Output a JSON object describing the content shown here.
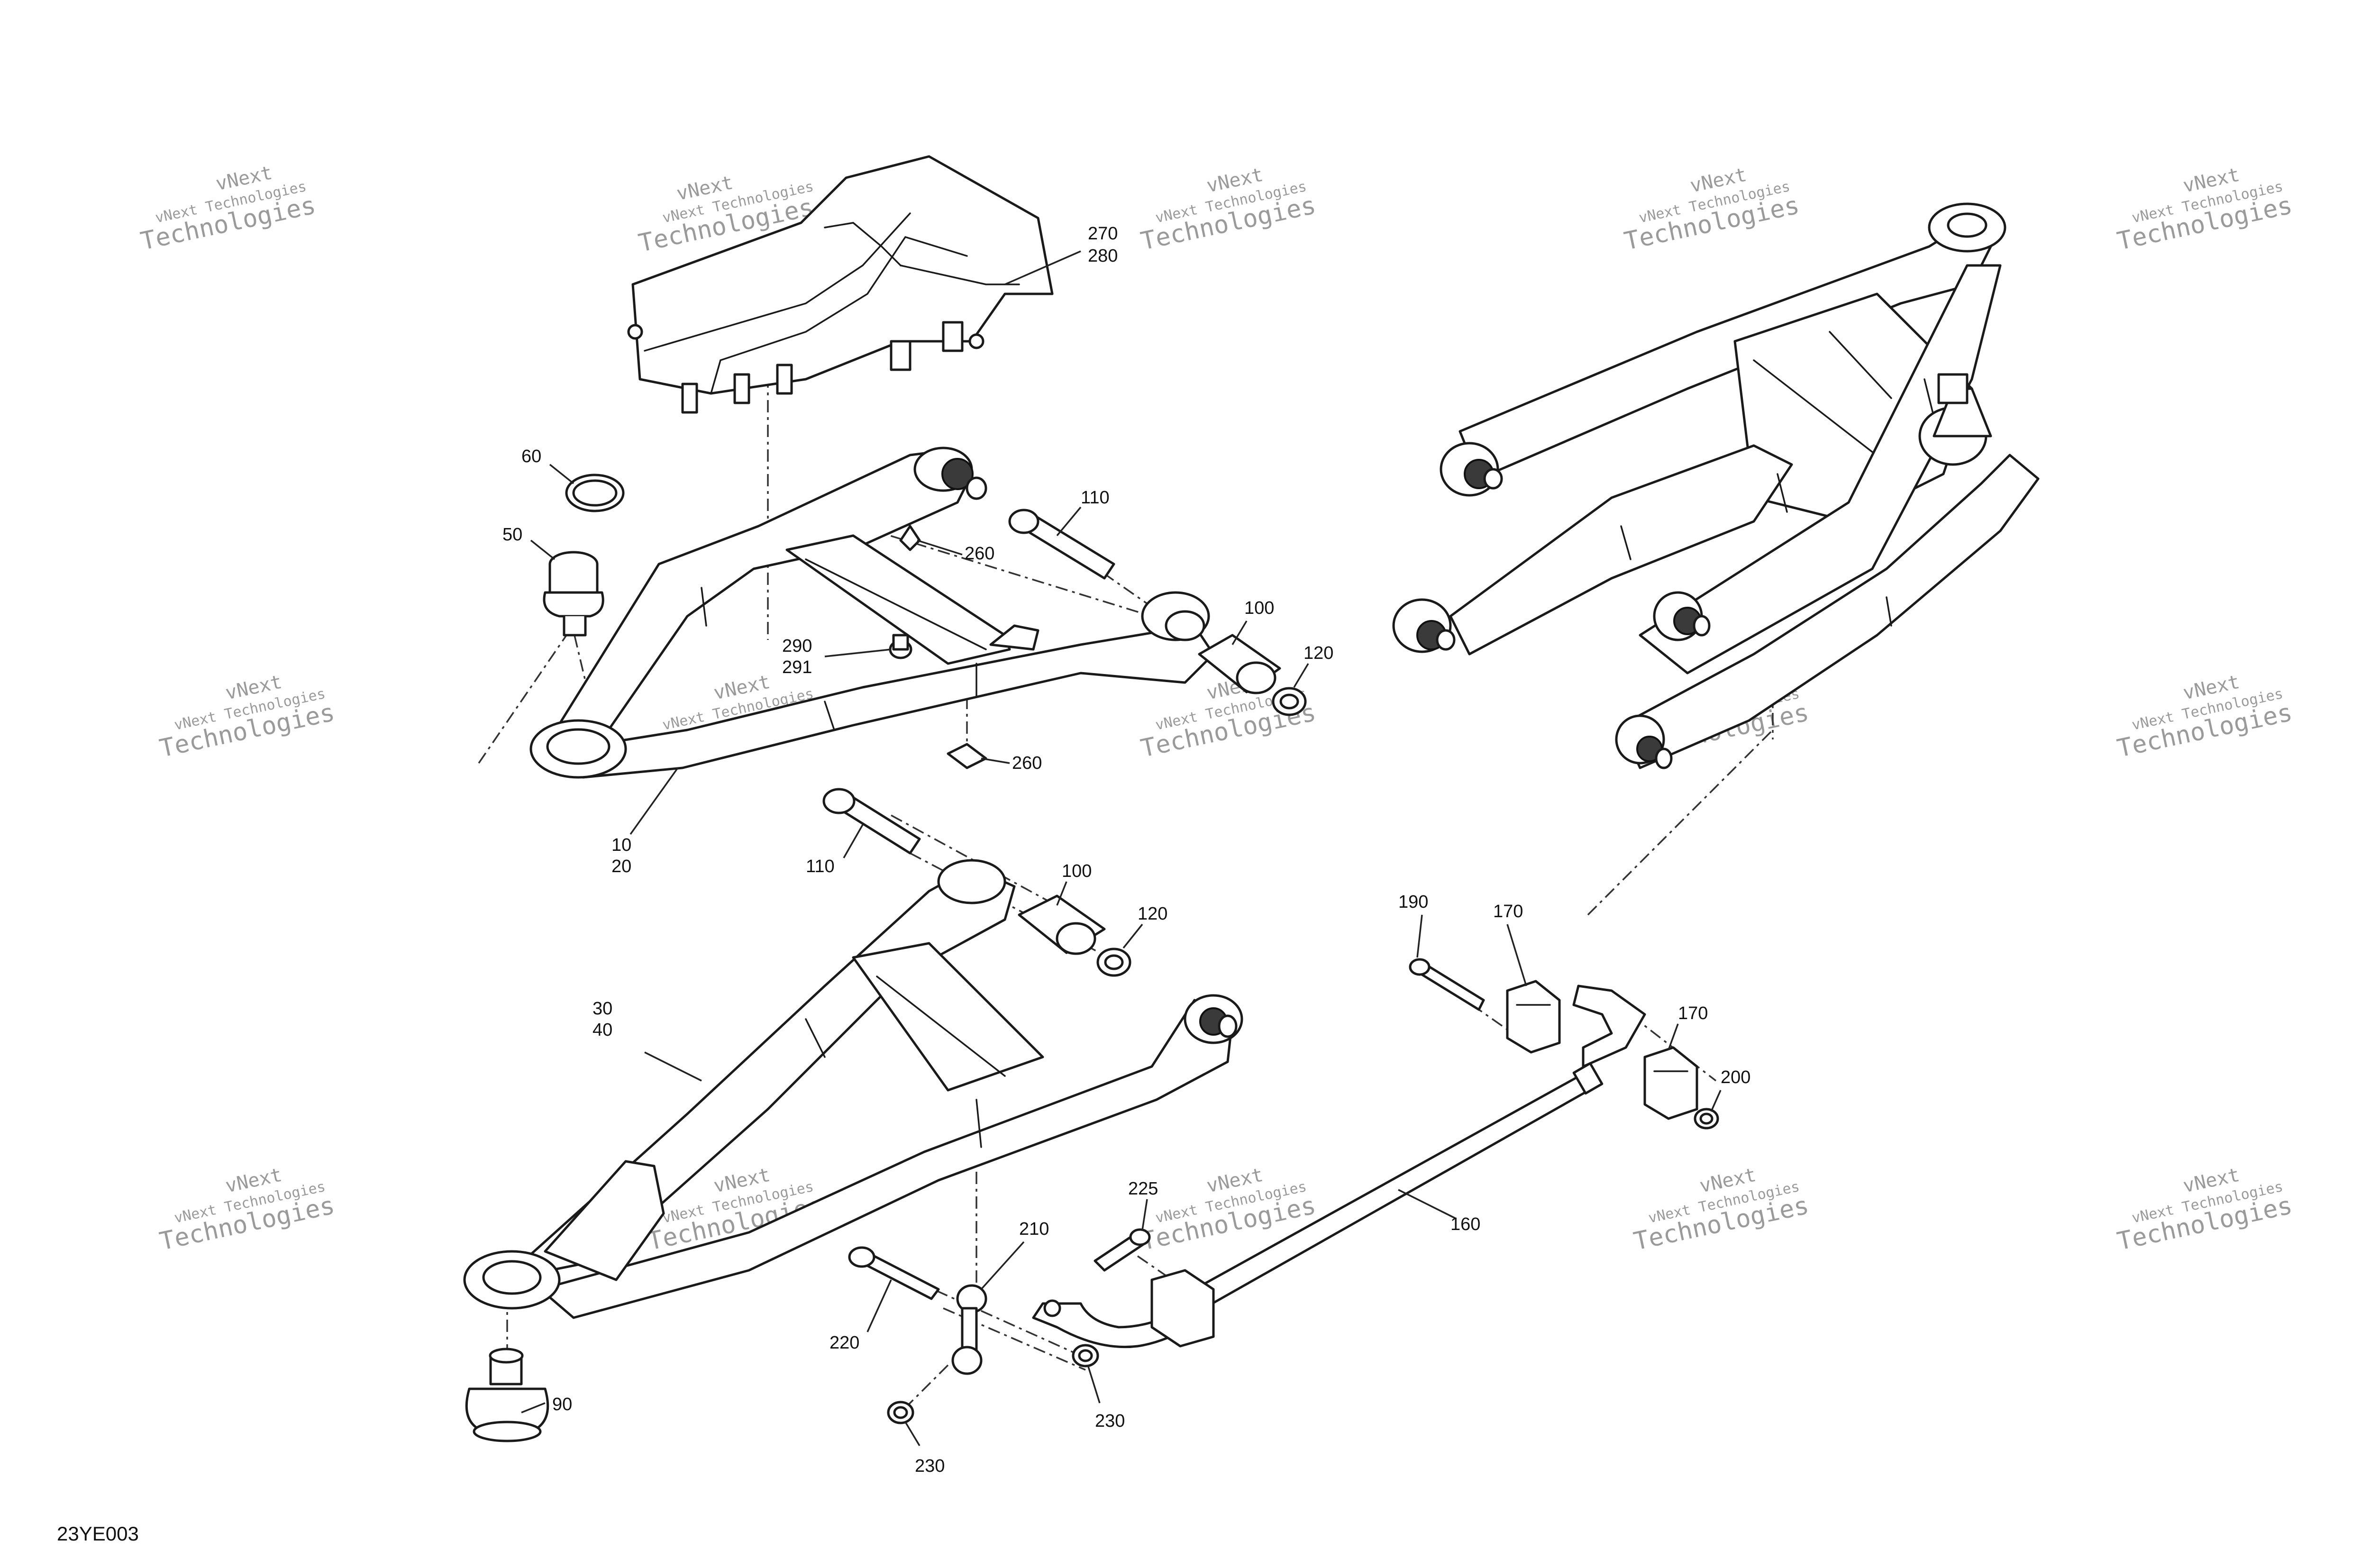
{
  "drawing_ref": "23YE003",
  "watermark": {
    "line1": "vNext Technologies",
    "line2": "vNext",
    "line3": "Technologies"
  },
  "callouts": {
    "c270": "270",
    "c280": "280",
    "c60": "60",
    "c50": "50",
    "c110a": "110",
    "c260a": "260",
    "c290": "290",
    "c291": "291",
    "c100a": "100",
    "c120a": "120",
    "c260b": "260",
    "c10": "10",
    "c20": "20",
    "c110b": "110",
    "c100b": "100",
    "c120b": "120",
    "c30": "30",
    "c40": "40",
    "c190": "190",
    "c170a": "170",
    "c170b": "170",
    "c200": "200",
    "c225": "225",
    "c160": "160",
    "c210": "210",
    "c220": "220",
    "c90": "90",
    "c230a": "230",
    "c230b": "230"
  }
}
